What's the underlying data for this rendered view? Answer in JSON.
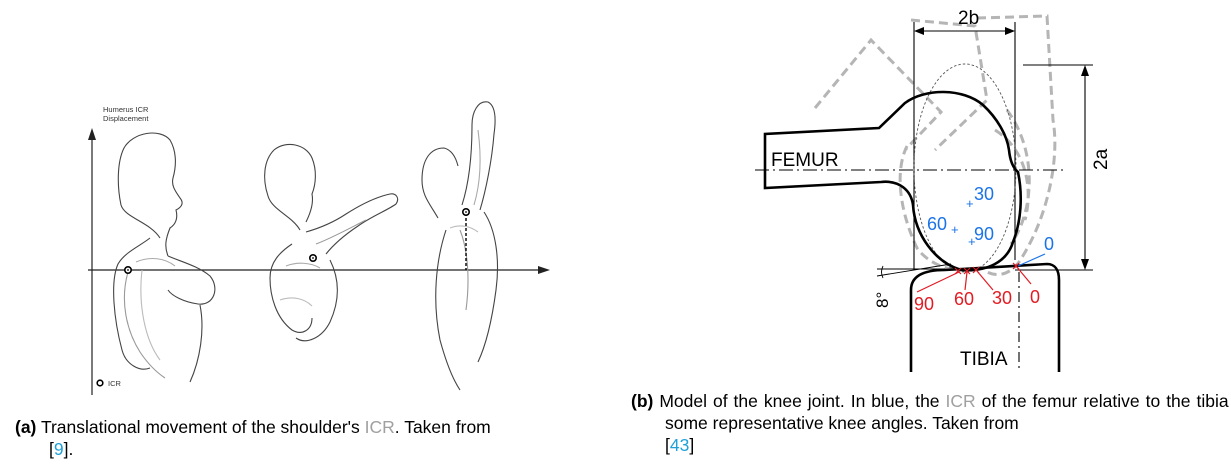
{
  "figure_a": {
    "axis_label_line1": "Humerus ICR",
    "axis_label_line2": "Displacement",
    "legend_label": "ICR",
    "caption": {
      "tag": "(a)",
      "text_before": "Translational movement of the shoulder's",
      "acronym": "ICR",
      "text_after": ". Taken from",
      "cite_open": "[",
      "ref": "9",
      "cite_close": "]."
    }
  },
  "figure_b": {
    "dim_width": "2b",
    "dim_height": "2a",
    "femur_label": "FEMUR",
    "tibia_label": "TIBIA",
    "angle_label": "8°",
    "blue_angles": [
      "30",
      "60",
      "90",
      "0"
    ],
    "red_angles": [
      "90",
      "60",
      "30",
      "0"
    ],
    "colors": {
      "blue": "#1a73e8",
      "red": "#e21b23",
      "ghost": "#b5b5b5",
      "ref_link": "#1fa0d8"
    },
    "caption": {
      "tag": "(b)",
      "text_before": "Model of the knee joint. In blue, the",
      "acronym": "ICR",
      "text_after": "of the femur relative to the tibia for some representative knee angles. Taken from",
      "cite_open": "[",
      "ref": "43",
      "cite_close": "]"
    }
  }
}
